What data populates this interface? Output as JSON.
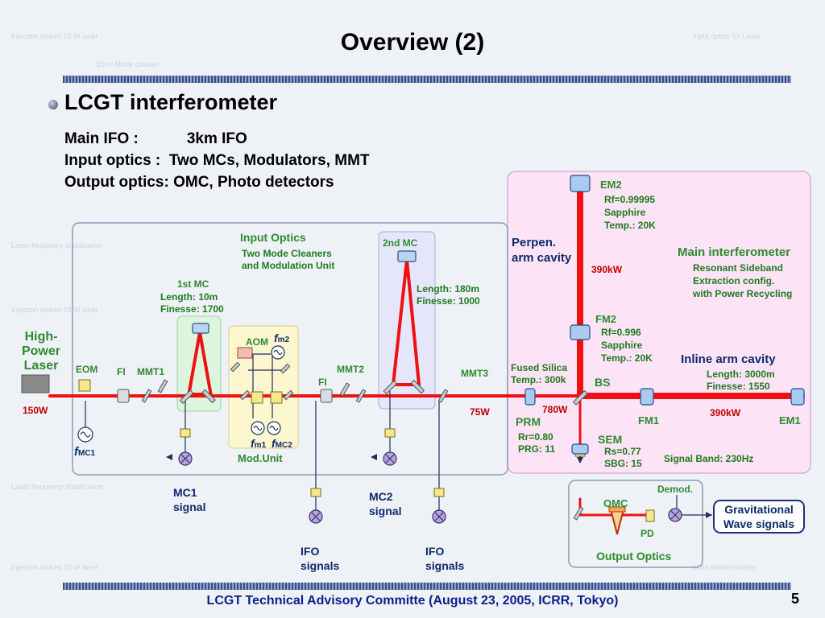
{
  "title": "Overview (2)",
  "bullet": "LCGT interferometer",
  "lines": {
    "l1a": "Main IFO :",
    "l1b": "3km IFO",
    "l2a": "Input optics :",
    "l2b": "Two MCs, Modulators, MMT",
    "l3": "Output optics: OMC, Photo detectors"
  },
  "diagram": {
    "laser": "High-\nPower\nLaser",
    "laser_l1": "High-",
    "laser_l2": "Power",
    "laser_l3": "Laser",
    "p150": "150W",
    "eom": "EOM",
    "fi1": "FI",
    "mmt1": "MMT1",
    "fmc1": "f",
    "fmc1_sub": "MC1",
    "input_optics": "Input Optics",
    "io_sub1": "Two Mode Cleaners",
    "io_sub2": "and Modulation Unit",
    "mc1_title": "1st MC",
    "mc1_len": "Length: 10m",
    "mc1_fin": "Finesse: 1700",
    "aom": "AOM",
    "fm2": "f",
    "fm2_sub": "m2",
    "fm1": "f",
    "fm1_sub": "m1",
    "fmc2": "f",
    "fmc2_sub": "MC2",
    "mod_unit": "Mod.Unit",
    "fi2": "FI",
    "mmt2": "MMT2",
    "mc2_title": "2nd MC",
    "mc2_len": "Length: 180m",
    "mc2_fin": "Finesse: 1000",
    "mmt3": "MMT3",
    "p75": "75W",
    "mc1_signal_1": "MC1",
    "mc1_signal_2": "signal",
    "mc2_signal_1": "MC2",
    "mc2_signal_2": "signal",
    "ifo1_1": "IFO",
    "ifo1_2": "signals",
    "ifo2_1": "IFO",
    "ifo2_2": "signals",
    "fused": "Fused Silica",
    "temp300": "Temp.: 300k",
    "bs": "BS",
    "prm": "PRM",
    "p780": "780W",
    "prm_r": "Rr=0.80",
    "prm_g": "PRG: 11",
    "sem": "SEM",
    "sem_r": "Rs=0.77",
    "sem_b": "SBG: 15",
    "em2": "EM2",
    "em2_rf": "Rf=0.99995",
    "em2_mat": "Sapphire",
    "em2_t": "Temp.: 20K",
    "perp1": "Perpen.",
    "perp2": "arm cavity",
    "p390a": "390kW",
    "fm2m": "FM2",
    "fm2_rf": "Rf=0.996",
    "fm2_mat": "Sapphire",
    "fm2_t": "Temp.: 20K",
    "main_ifo": "Main interferometer",
    "rse1": "Resonant Sideband",
    "rse2": "Extraction config.",
    "rse3": "with Power Recycling",
    "inline": "Inline arm cavity",
    "inline_len": "Length: 3000m",
    "inline_fin": "Finesse: 1550",
    "fm1m": "FM1",
    "p390b": "390kW",
    "em1": "EM1",
    "sigband": "Signal Band: 230Hz",
    "demod": "Demod.",
    "omc": "OMC",
    "pd": "PD",
    "output_optics": "Output Optics",
    "gw1": "Gravitational",
    "gw2": "Wave signals"
  },
  "footer": "LCGT  Technical Advisory Committe (August 23, 2005, ICRR, Tokyo)",
  "page": "5"
}
